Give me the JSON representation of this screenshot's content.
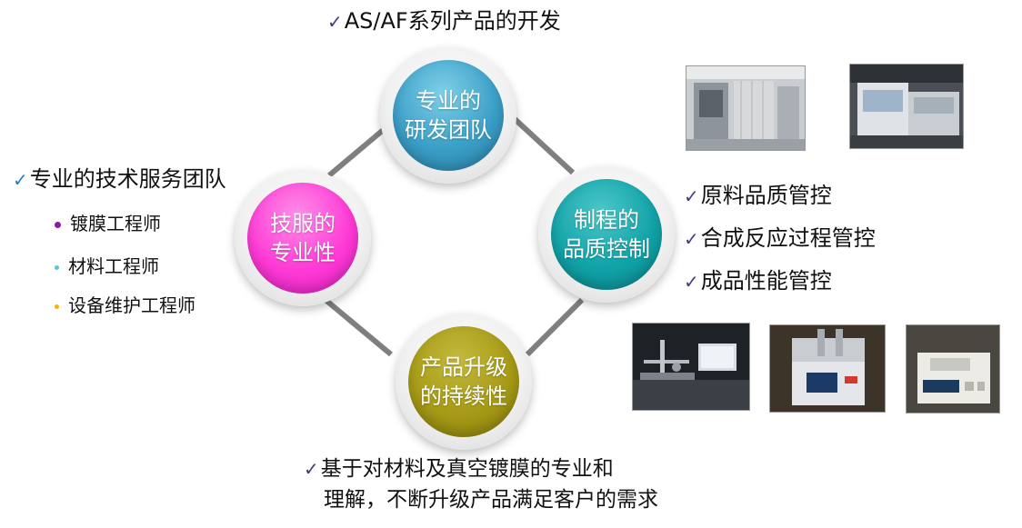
{
  "circles": {
    "rd": "专业的\n研发团队",
    "service": "技服的\n专业性",
    "process": "制程的\n品质控制",
    "upgrade": "产品升级\n的持续性"
  },
  "top_note": "AS/AF系列产品的开发",
  "left": {
    "heading": "专业的技术服务团队",
    "items": [
      "镀膜工程师",
      "材料工程师",
      "设备维护工程师"
    ],
    "bullet_colors": [
      "#8b1aa8",
      "#59c6d6",
      "#f2b400"
    ]
  },
  "right_items": [
    "原料品质管控",
    "合成反应过程管控",
    "成品性能管控"
  ],
  "bottom_note": {
    "line1": "基于对材料及真空镀膜的专业和",
    "line2": "理解，不断升级产品满足客户的需求"
  },
  "check_glyph": "✓",
  "colors": {
    "rd": "#3b9fc7",
    "service": "#ff3ad6",
    "process": "#11a3a8",
    "upgrade": "#a69a16",
    "connector": "#7f7f7f"
  }
}
